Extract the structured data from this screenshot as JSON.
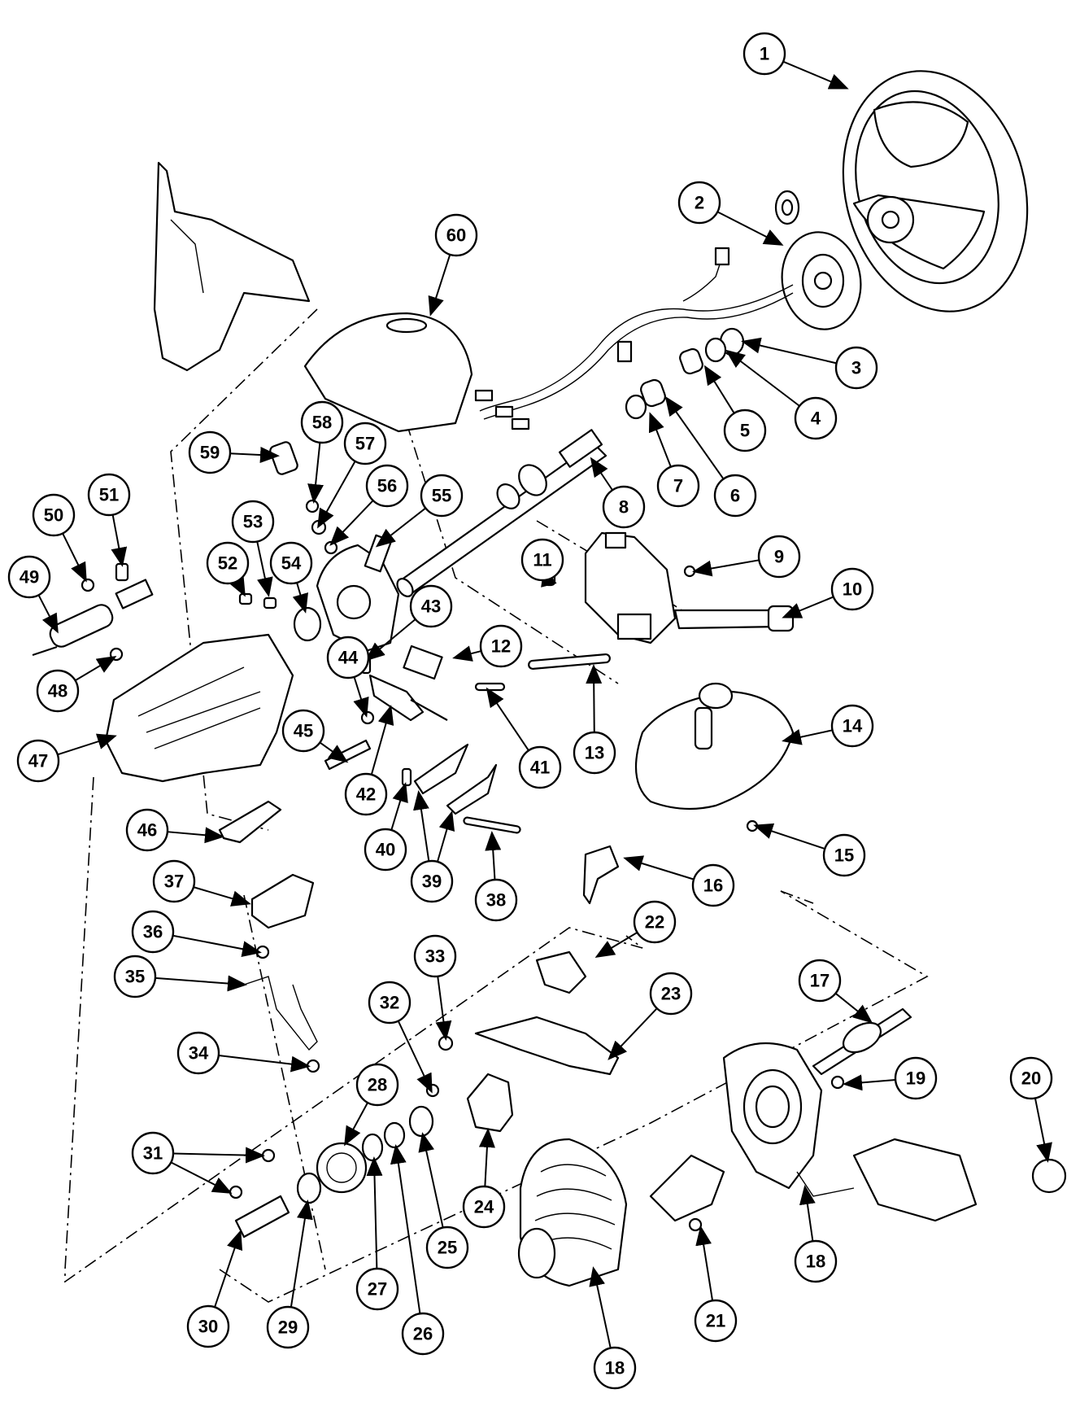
{
  "callouts": [
    {
      "label": "1"
    },
    {
      "label": "2"
    },
    {
      "label": "3"
    },
    {
      "label": "4"
    },
    {
      "label": "5"
    },
    {
      "label": "6"
    },
    {
      "label": "7"
    },
    {
      "label": "8"
    },
    {
      "label": "9"
    },
    {
      "label": "10"
    },
    {
      "label": "11"
    },
    {
      "label": "12"
    },
    {
      "label": "13"
    },
    {
      "label": "14"
    },
    {
      "label": "15"
    },
    {
      "label": "16"
    },
    {
      "label": "17"
    },
    {
      "label": "18"
    },
    {
      "label": "18"
    },
    {
      "label": "19"
    },
    {
      "label": "20"
    },
    {
      "label": "21"
    },
    {
      "label": "22"
    },
    {
      "label": "23"
    },
    {
      "label": "24"
    },
    {
      "label": "25"
    },
    {
      "label": "26"
    },
    {
      "label": "27"
    },
    {
      "label": "28"
    },
    {
      "label": "29"
    },
    {
      "label": "30"
    },
    {
      "label": "31"
    },
    {
      "label": "32"
    },
    {
      "label": "33"
    },
    {
      "label": "34"
    },
    {
      "label": "35"
    },
    {
      "label": "36"
    },
    {
      "label": "37"
    },
    {
      "label": "38"
    },
    {
      "label": "39"
    },
    {
      "label": "40"
    },
    {
      "label": "41"
    },
    {
      "label": "42"
    },
    {
      "label": "43"
    },
    {
      "label": "44"
    },
    {
      "label": "45"
    },
    {
      "label": "46"
    },
    {
      "label": "47"
    },
    {
      "label": "48"
    },
    {
      "label": "49"
    },
    {
      "label": "50"
    },
    {
      "label": "51"
    },
    {
      "label": "52"
    },
    {
      "label": "53"
    },
    {
      "label": "54"
    },
    {
      "label": "55"
    },
    {
      "label": "56"
    },
    {
      "label": "57"
    },
    {
      "label": "58"
    },
    {
      "label": "59"
    },
    {
      "label": "60"
    }
  ]
}
